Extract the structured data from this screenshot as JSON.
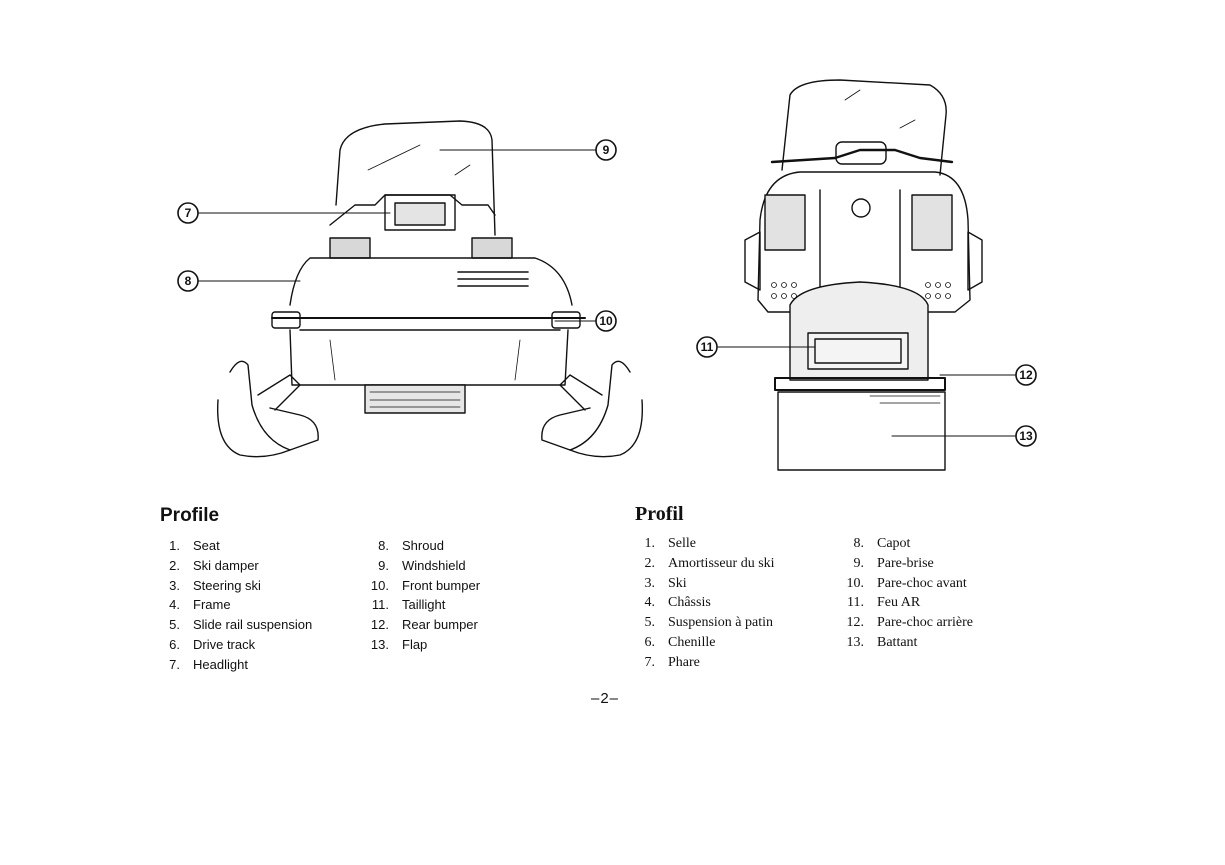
{
  "figure": {
    "callouts": {
      "c7": "7",
      "c8": "8",
      "c9": "9",
      "c10": "10",
      "c11": "11",
      "c12": "12",
      "c13": "13"
    }
  },
  "profile_en": {
    "title": "Profile",
    "items": [
      {
        "num": "1.",
        "label": "Seat"
      },
      {
        "num": "2.",
        "label": "Ski damper"
      },
      {
        "num": "3.",
        "label": "Steering ski"
      },
      {
        "num": "4.",
        "label": "Frame"
      },
      {
        "num": "5.",
        "label": "Slide rail suspension"
      },
      {
        "num": "6.",
        "label": "Drive track"
      },
      {
        "num": "7.",
        "label": "Headlight"
      },
      {
        "num": "8.",
        "label": "Shroud"
      },
      {
        "num": "9.",
        "label": "Windshield"
      },
      {
        "num": "10.",
        "label": "Front bumper"
      },
      {
        "num": "11.",
        "label": "Taillight"
      },
      {
        "num": "12.",
        "label": "Rear bumper"
      },
      {
        "num": "13.",
        "label": "Flap"
      }
    ]
  },
  "profile_fr": {
    "title": "Profil",
    "items": [
      {
        "num": "1.",
        "label": "Selle"
      },
      {
        "num": "2.",
        "label": "Amortisseur du ski"
      },
      {
        "num": "3.",
        "label": "Ski"
      },
      {
        "num": "4.",
        "label": "Châssis"
      },
      {
        "num": "5.",
        "label": "Suspension à patin"
      },
      {
        "num": "6.",
        "label": "Chenille"
      },
      {
        "num": "7.",
        "label": "Phare"
      },
      {
        "num": "8.",
        "label": "Capot"
      },
      {
        "num": "9.",
        "label": "Pare-brise"
      },
      {
        "num": "10.",
        "label": "Pare-choc avant"
      },
      {
        "num": "11.",
        "label": "Feu AR"
      },
      {
        "num": "12.",
        "label": "Pare-choc arrière"
      },
      {
        "num": "13.",
        "label": "Battant"
      }
    ]
  },
  "page": {
    "number": "–2–"
  }
}
